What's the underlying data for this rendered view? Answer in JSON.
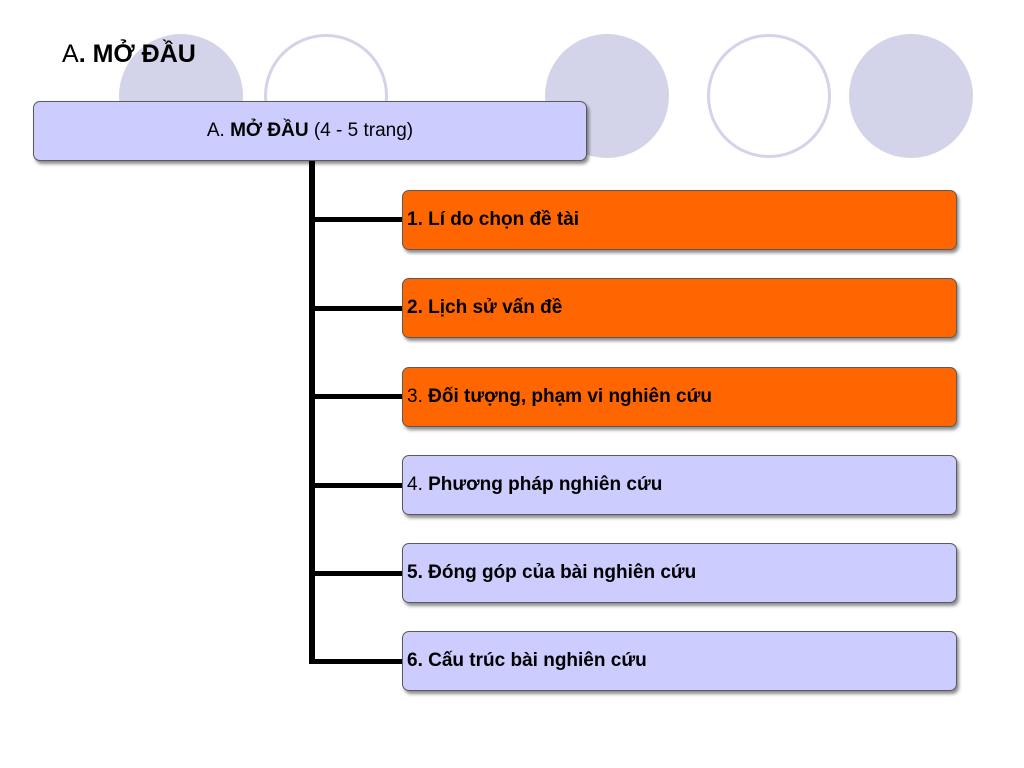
{
  "colors": {
    "root_fill": "#ccccff",
    "orange_fill": "#ff6600",
    "lavender_fill": "#ccccff",
    "decor_circle": "#d3d3e9",
    "connector": "#000000"
  },
  "title": {
    "prefix": "A",
    "bold": ". MỞ ĐẦU"
  },
  "root": {
    "prefix": "A. ",
    "bold": "MỞ ĐẦU",
    "suffix": " (4 - 5 trang)"
  },
  "items": [
    {
      "number": "1",
      "text": ". Lí do chọn đề tài",
      "number_bold": true,
      "fill": "orange"
    },
    {
      "number": "2",
      "text": ". Lịch sử vấn đề",
      "number_bold": true,
      "fill": "orange"
    },
    {
      "number": "3. ",
      "text": "Đối tượng, phạm vi nghiên cứu",
      "number_bold": false,
      "fill": "orange"
    },
    {
      "number": "4. ",
      "text": "Phương pháp nghiên cứu",
      "number_bold": false,
      "fill": "lavender"
    },
    {
      "number": "5",
      "text": ". Đóng góp của bài nghiên cứu",
      "number_bold": true,
      "fill": "lavender"
    },
    {
      "number": "6",
      "text": ". Cấu trúc bài nghiên cứu",
      "number_bold": true,
      "fill": "lavender"
    }
  ]
}
